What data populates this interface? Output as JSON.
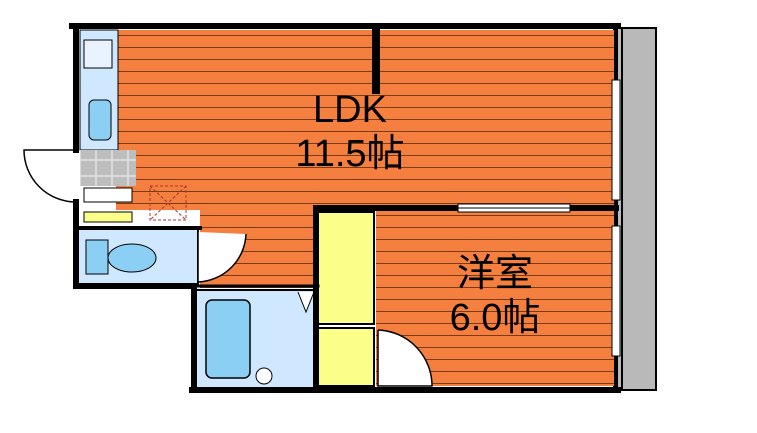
{
  "rooms": {
    "ldk": {
      "name": "LDK",
      "size": "11.5帖"
    },
    "western": {
      "name": "洋室",
      "size": "6.0帖"
    }
  },
  "colors": {
    "floor_wood": "#f47f3f",
    "wood_lines": "#7a3b10",
    "wet_area": "#cfe8ff",
    "fixture_blue": "#8ccff4",
    "closet_yellow": "#fbff8a",
    "balcony_gray": "#b9b9b9",
    "walls": "#000000"
  },
  "icons": [
    "toilet-icon",
    "bathtub-icon",
    "kitchen-sink-icon",
    "washer-pan-icon",
    "door-swing-icon"
  ]
}
